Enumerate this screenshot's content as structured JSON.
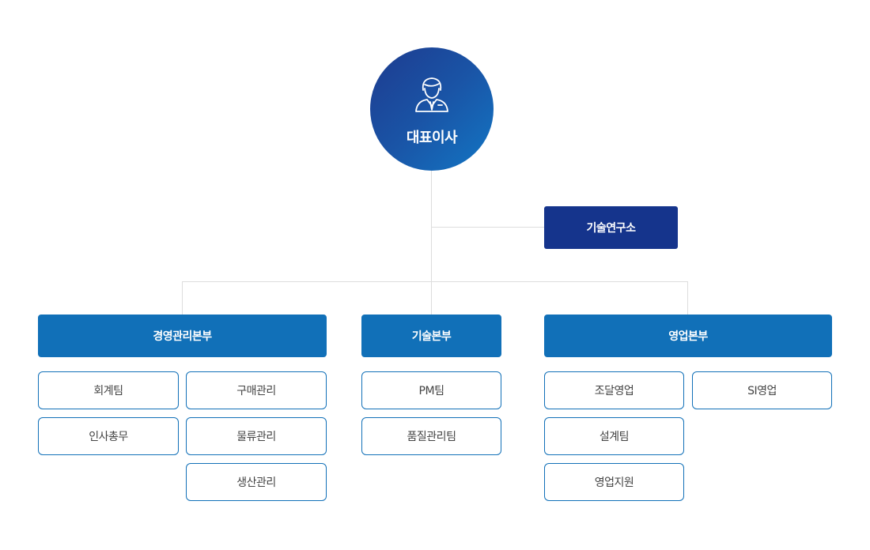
{
  "ceo": {
    "label": "대표이사",
    "icon": "businessman-icon"
  },
  "lab": {
    "label": "기술연구소"
  },
  "departments": {
    "management": {
      "label": "경영관리본부",
      "teams": [
        "회계팀",
        "구매관리",
        "인사총무",
        "물류관리",
        "생산관리"
      ]
    },
    "technology": {
      "label": "기술본부",
      "teams": [
        "PM팀",
        "품질관리팀"
      ]
    },
    "sales": {
      "label": "영업본부",
      "teams": [
        "조달영업",
        "SI영업",
        "설계팀",
        "영업지원"
      ]
    }
  },
  "colors": {
    "ceo_gradient_start": "#1d3b8f",
    "ceo_gradient_end": "#1276c4",
    "lab": "#15348c",
    "department": "#1170b8",
    "team_border": "#1170b8",
    "connector": "#dddddd"
  }
}
